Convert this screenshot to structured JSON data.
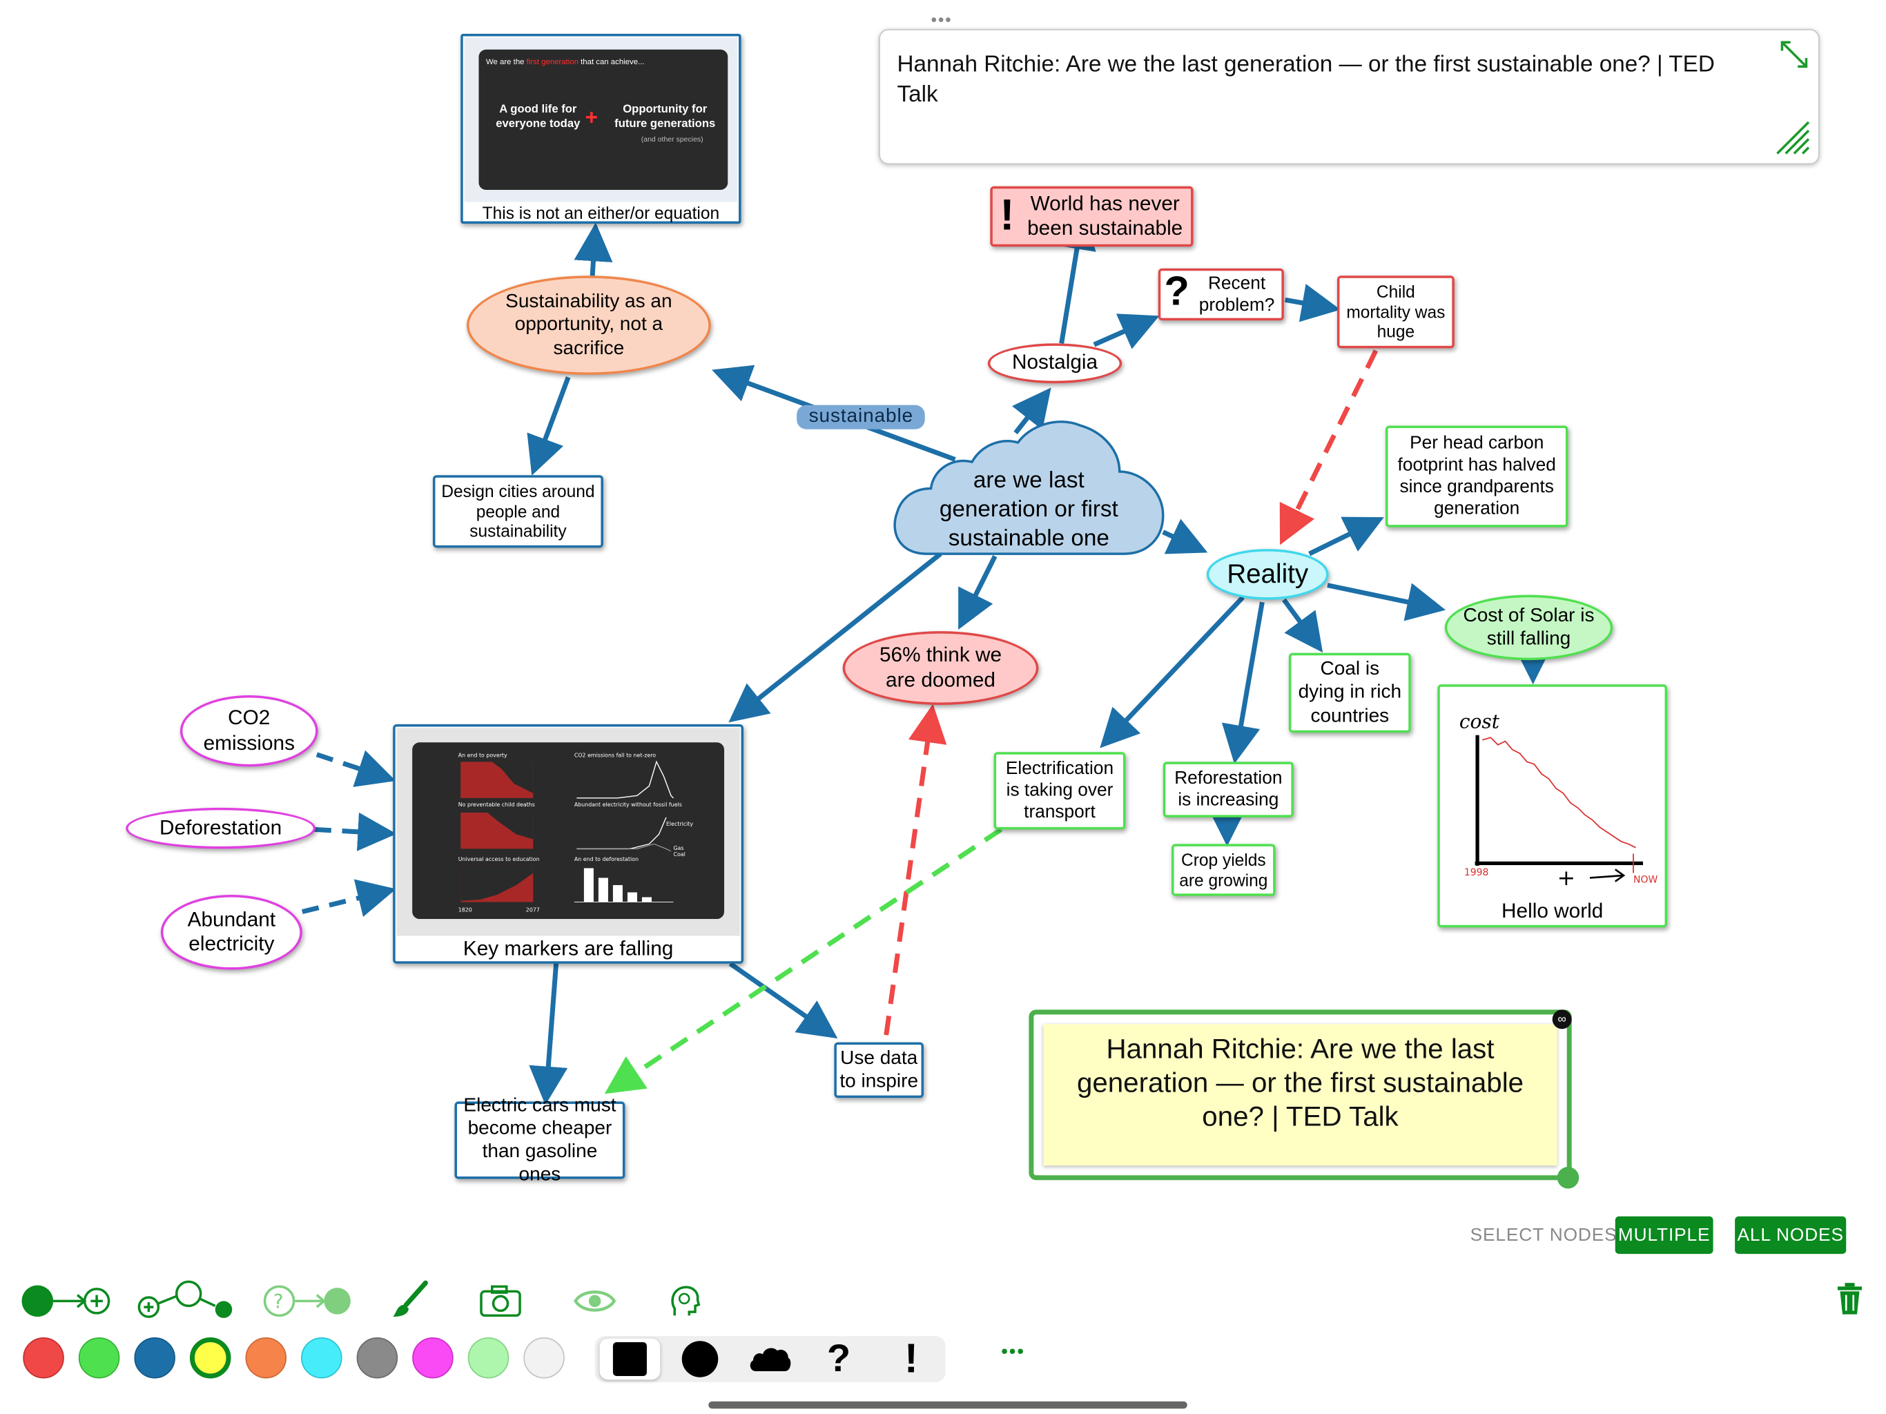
{
  "header_note": {
    "text": "Hannah Ritchie: Are we the last generation — or the first sustainable one? | TED Talk"
  },
  "center": {
    "text": "are we last generation or first sustainable one"
  },
  "edge_labels": {
    "sustainable": "sustainable"
  },
  "nodes": {
    "world_never": "World has never been sustainable",
    "recent_problem": "Recent problem?",
    "child_mortality": "Child mortality was huge",
    "nostalgia": "Nostalgia",
    "sustainability_opportunity": "Sustainability as an opportunity, not a sacrifice",
    "design_cities": "Design cities around people and sustainability",
    "per_head_carbon": "Per head carbon footprint has halved since grandparents generation",
    "reality": "Reality",
    "cost_solar": "Cost of Solar is still falling",
    "coal_dying": "Coal is dying in rich countries",
    "electrification": "Electrification is taking over transport",
    "reforestation": "Reforestation is increasing",
    "crop_yields": "Crop yields are growing",
    "doomed": "56% think we are doomed",
    "co2": "CO2 emissions",
    "deforestation": "Deforestation",
    "abundant": "Abundant electricity",
    "use_data": "Use data to inspire",
    "electric_cars": "Electric cars must become cheaper than gasoline ones"
  },
  "image_nodes": {
    "either_or": {
      "caption": "This is not an either/or equation",
      "slide_title_prefix": "We are the ",
      "slide_title_highlight": "first generation",
      "slide_title_suffix": " that can achieve...",
      "left_text": "A good life for everyone today",
      "plus": "+",
      "right_text": "Opportunity for future generations",
      "small_text": "(and other species)"
    },
    "key_markers": {
      "caption": "Key markers are falling",
      "panels": [
        "An end to poverty",
        "CO2 emissions fall to net-zero",
        "No preventable child deaths",
        "Abundant electricity without fossil fuels",
        "Universal access to education",
        "An end to deforestation"
      ],
      "axis_start": "1820",
      "axis_end": "2077",
      "line_labels": [
        "Electricity",
        "Gas",
        "Coal"
      ]
    },
    "sketch": {
      "caption": "Hello world",
      "y_label": "cost",
      "x_start": "1998",
      "x_end": "NOW",
      "plus": "+"
    }
  },
  "big_note": {
    "text": "Hannah Ritchie: Are we the last generation — or the first sustainable one? | TED Talk"
  },
  "select_nodes": {
    "label": "SELECT NODES",
    "multiple": "MULTIPLE",
    "all": "ALL NODES"
  },
  "colors": {
    "swatches": [
      "#f04747",
      "#4fe04f",
      "#1d6fa8",
      "#ffff4a",
      "#f5834a",
      "#46ecfa",
      "#8a8a8a",
      "#fa4af5",
      "#aef5ae",
      "#f2f2f2"
    ],
    "selected_swatch": "#ffff4a",
    "accent_green": "#0a8a1f",
    "edge_blue": "#1d6fa8",
    "edge_red_dashed": "#f04747",
    "edge_green_dashed": "#4fe04f"
  },
  "toolbar": {
    "icons": [
      "add-child-node-icon",
      "add-sibling-node-icon",
      "add-question-node-icon",
      "brush-icon",
      "camera-icon",
      "eye-icon",
      "brain-icon"
    ],
    "shapes": [
      "square-shape-icon",
      "circle-shape-icon",
      "cloud-shape-icon",
      "question-shape-icon",
      "exclamation-shape-icon"
    ],
    "question_glyph": "?",
    "exclamation_glyph": "!",
    "more": "•••",
    "trash": "trash-icon"
  },
  "markers": {
    "question": "?",
    "exclamation": "!"
  }
}
